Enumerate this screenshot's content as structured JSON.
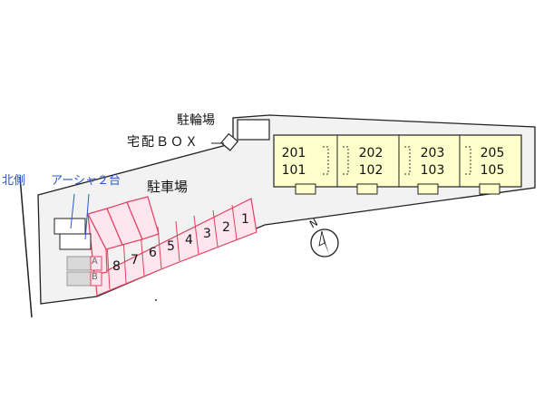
{
  "labels": {
    "bike_parking": "駐輪場",
    "delivery_box": "宅配ＢＯＸ",
    "parking": "駐車場",
    "north_side": "北側",
    "arsha_note": "アーシャ２台",
    "compass_letter": "N",
    "slot_a": "A",
    "slot_b": "B"
  },
  "buildings": [
    {
      "upper": "201",
      "lower": "101"
    },
    {
      "upper": "202",
      "lower": "102"
    },
    {
      "upper": "203",
      "lower": "103"
    },
    {
      "upper": "205",
      "lower": "105"
    }
  ],
  "parking_spaces": [
    "1",
    "2",
    "3",
    "4",
    "5",
    "6",
    "7",
    "8"
  ],
  "colors": {
    "lot_fill": "#f2f2f2",
    "lot_stroke": "#222222",
    "building_fill": "#ffffcc",
    "parking_fill": "#ffe6ee",
    "parking_stroke": "#e0405e",
    "note_blue": "#2a57c9"
  }
}
